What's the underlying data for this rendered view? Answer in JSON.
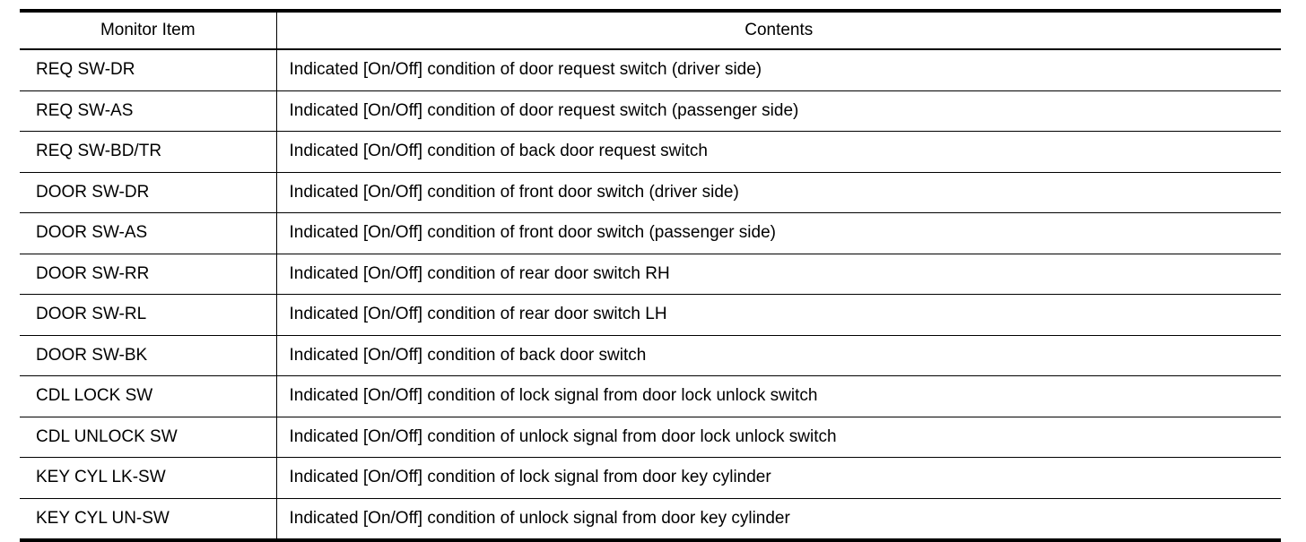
{
  "table": {
    "columns": [
      {
        "key": "item",
        "label": "Monitor Item",
        "align": "center"
      },
      {
        "key": "contents",
        "label": "Contents",
        "align": "center"
      }
    ],
    "rows": [
      {
        "item": "REQ SW-DR",
        "contents": "Indicated [On/Off] condition of door request switch (driver side)"
      },
      {
        "item": "REQ SW-AS",
        "contents": "Indicated [On/Off] condition of door request switch (passenger side)"
      },
      {
        "item": "REQ SW-BD/TR",
        "contents": "Indicated [On/Off] condition of back door request switch"
      },
      {
        "item": "DOOR SW-DR",
        "contents": "Indicated [On/Off] condition of front door switch (driver side)"
      },
      {
        "item": "DOOR SW-AS",
        "contents": "Indicated [On/Off] condition of front door switch (passenger side)"
      },
      {
        "item": "DOOR SW-RR",
        "contents": "Indicated [On/Off] condition of rear door switch RH"
      },
      {
        "item": "DOOR SW-RL",
        "contents": "Indicated [On/Off] condition of rear door switch LH"
      },
      {
        "item": "DOOR SW-BK",
        "contents": "Indicated [On/Off] condition of back door switch"
      },
      {
        "item": "CDL LOCK SW",
        "contents": "Indicated [On/Off] condition of lock signal from door lock unlock switch"
      },
      {
        "item": "CDL UNLOCK SW",
        "contents": "Indicated [On/Off] condition of unlock signal from door lock unlock switch"
      },
      {
        "item": "KEY CYL LK-SW",
        "contents": "Indicated [On/Off] condition of lock signal from door key cylinder"
      },
      {
        "item": "KEY CYL UN-SW",
        "contents": "Indicated [On/Off] condition of unlock signal from door key cylinder"
      }
    ]
  },
  "style": {
    "text_color": "#000000",
    "background_color": "#ffffff",
    "rule_color": "#000000"
  }
}
